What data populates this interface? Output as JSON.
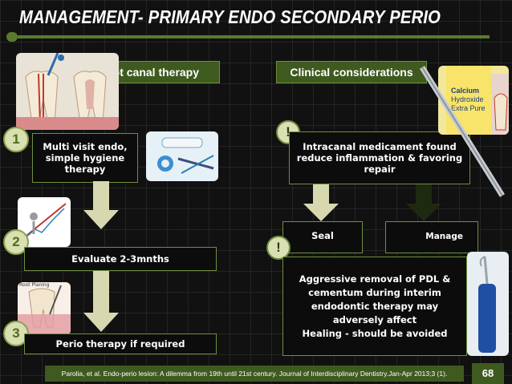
{
  "slide": {
    "title": "MANAGEMENT- PRIMARY ENDO SECONDARY PERIO",
    "page_number": "68",
    "footer_citation": "Parolia, et al. Endo-perio lesion: A dilemma from 19th until 21st century. Journal of Interdisciplinary Dentistry.Jan-Apr 2013;3 (1)."
  },
  "left_column": {
    "header": "Root canal therapy",
    "steps": [
      {
        "number": "1",
        "lines": [
          "Multi visit endo,",
          "simple hygiene",
          "therapy"
        ]
      },
      {
        "number": "2",
        "text": "Evaluate 2-3mnths"
      },
      {
        "number": "3",
        "text": "Perio therapy if required"
      }
    ],
    "root_planing_caption": "Root Planing"
  },
  "right_column": {
    "header": "Clinical considerations",
    "medicament_lines": [
      "Intracanal medicament found",
      "reduce inflammation & favoring",
      "repair"
    ],
    "seal_label": "Seal",
    "manage_label": "Manage",
    "warning_lines": [
      "Aggressive removal of PDL &",
      "cementum during interim",
      "endodontic therapy may",
      "adversely affect",
      "Healing -  should be avoided"
    ],
    "calcium_label": [
      "Calcium",
      "Hydroxide",
      "Extra Pure"
    ]
  },
  "colors": {
    "accent_green": "#3f5a1f",
    "border_green": "#6f8e3d",
    "arrow_fill": "#d8d8b0"
  },
  "icons": {
    "warning": "exclamation-icon",
    "step_badge": "number-badge"
  }
}
